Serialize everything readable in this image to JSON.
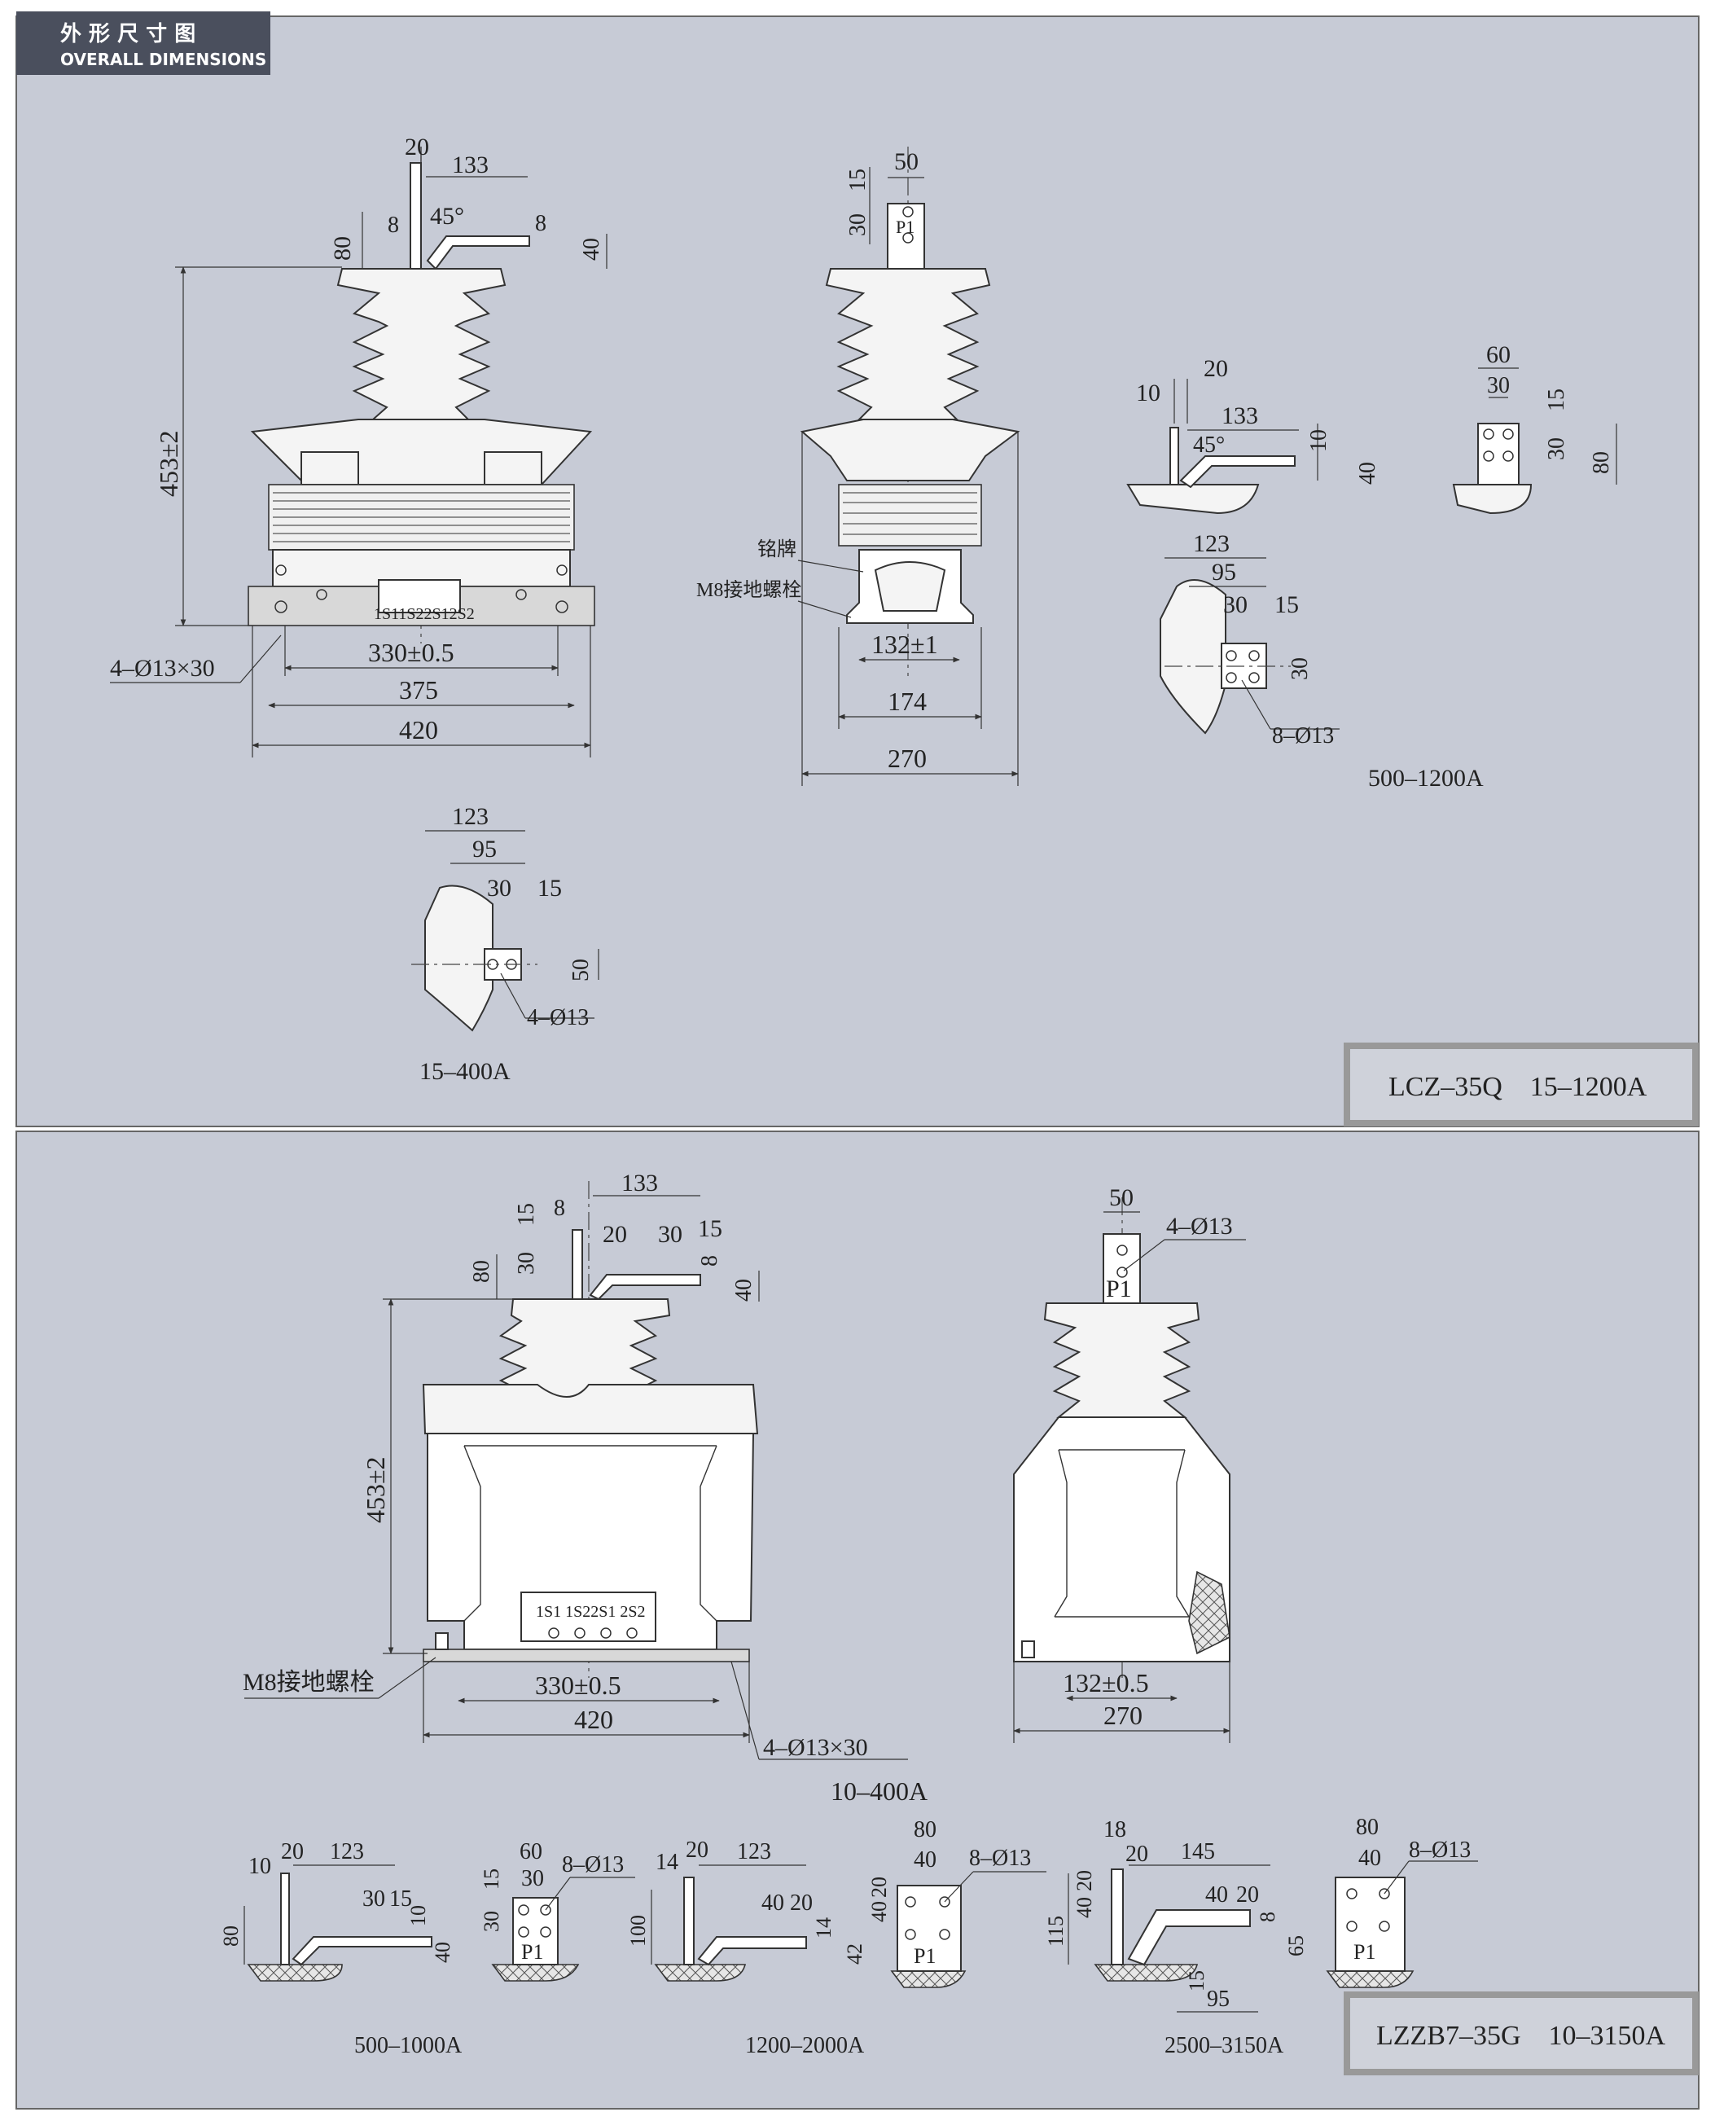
{
  "header": {
    "title_cn": "外 形 尺 寸 图",
    "title_en": "OVERALL DIMENSIONS"
  },
  "colors": {
    "panel": "#c7cbd6",
    "header_bg": "#4a4f5d",
    "label_box": "#999999",
    "line": "#333333"
  },
  "top": {
    "model_label": "LCZ–35Q    15–1200A",
    "front": {
      "d20": "20",
      "d133": "133",
      "d8a": "8",
      "angle": "45°",
      "d8b": "8",
      "d80": "80",
      "d40": "40",
      "height": "453±2",
      "terminals": "1S11S22S12S2",
      "holes": "4–Ø13×30",
      "w330": "330±0.5",
      "w375": "375",
      "w420": "420"
    },
    "side": {
      "d50": "50",
      "d15": "15",
      "d30": "30",
      "p1": "P1",
      "nameplate": "铭牌",
      "ground_bolt": "M8接地螺栓",
      "w132": "132±1",
      "w174": "174",
      "w270": "270"
    },
    "detail_500": {
      "d20": "20",
      "d10a": "10",
      "d133": "133",
      "angle": "45°",
      "d10b": "10",
      "d40": "40",
      "p60": "60",
      "p30a": "30",
      "p15": "15",
      "p30b": "30",
      "p80": "80",
      "c123": "123",
      "c95": "95",
      "c30a": "30",
      "c15": "15",
      "c30b": "30",
      "holes": "8–Ø13",
      "range": "500–1200A"
    },
    "detail_15": {
      "c123": "123",
      "c95": "95",
      "c30": "30",
      "c15": "15",
      "c50": "50",
      "holes": "4–Ø13",
      "range": "15–400A"
    }
  },
  "bottom": {
    "model_label": "LZZB7–35G    10–3150A",
    "front": {
      "d133": "133",
      "d8": "8",
      "d15a": "15",
      "d20": "20",
      "d30a": "30",
      "d15b": "15",
      "d30b": "30",
      "d8b": "8",
      "d80": "80",
      "d40": "40",
      "height": "453±2",
      "terminals": "1S1 1S22S1 2S2",
      "ground_bolt": "M8接地螺栓",
      "w330": "330±0.5",
      "w420": "420",
      "holes": "4–Ø13×30",
      "range": "10–400A"
    },
    "side": {
      "d50": "50",
      "holes": "4–Ø13",
      "p1": "P1",
      "w132": "132±0.5",
      "w270": "270"
    },
    "detail_500": {
      "d10": "10",
      "d20": "20",
      "d123": "123",
      "d30": "30",
      "d15a": "15",
      "d10b": "10",
      "d80": "80",
      "d40": "40",
      "p60": "60",
      "p15": "15",
      "p30a": "30",
      "p30b": "30",
      "holes": "8–Ø13",
      "p1": "P1",
      "range": "500–1000A"
    },
    "detail_1200": {
      "d14": "14",
      "d20": "20",
      "d123": "123",
      "d40": "40",
      "d20b": "20",
      "d14b": "14",
      "d100": "100",
      "d42": "42",
      "p80": "80",
      "p40a": "40",
      "p40b": "40",
      "p20": "20",
      "holes": "8–Ø13",
      "p1": "P1",
      "range": "1200–2000A"
    },
    "detail_2500": {
      "d18": "18",
      "d20": "20",
      "d145": "145",
      "d40": "40",
      "d20b": "20",
      "d40v": "40",
      "d20v": "20",
      "d115": "115",
      "d8": "8",
      "d65": "65",
      "d15": "15",
      "d95": "95",
      "p80": "80",
      "p40": "40",
      "holes": "8–Ø13",
      "p1": "P1",
      "range": "2500–3150A"
    }
  }
}
